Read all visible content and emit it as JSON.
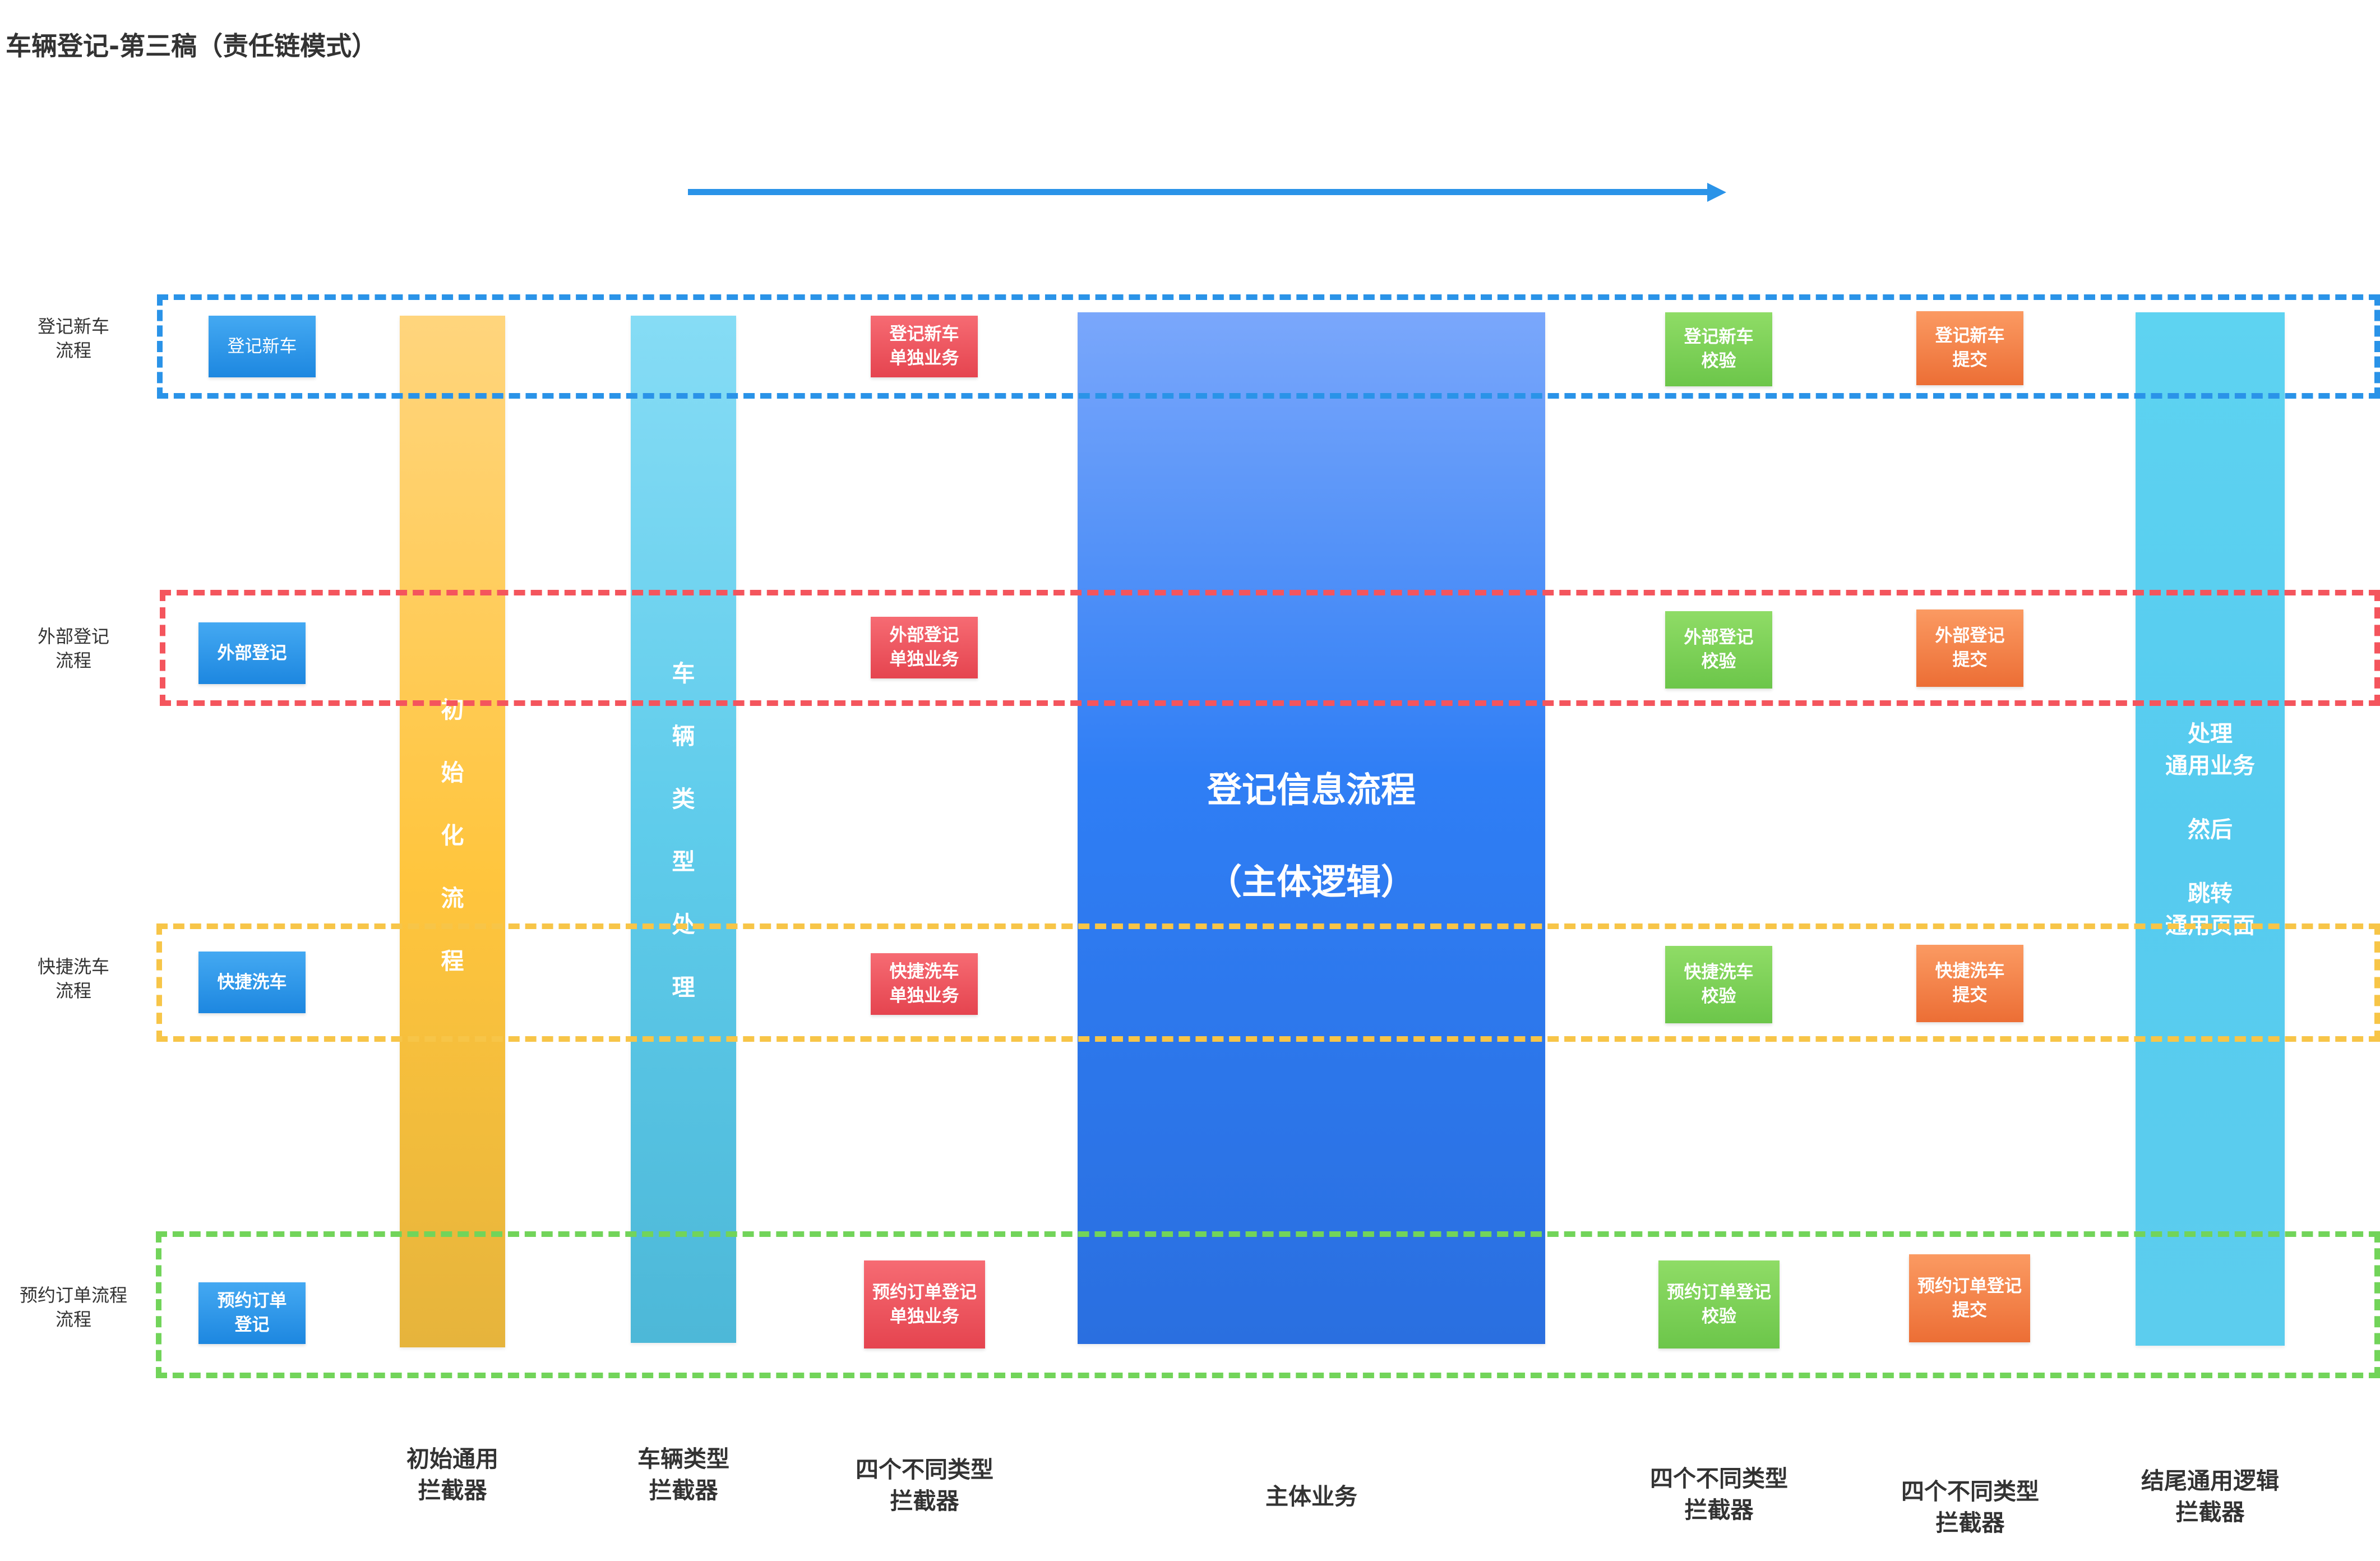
{
  "title": "车辆登记-第三稿（责任链模式）",
  "colors": {
    "flow_arrow": "#2a93e8",
    "lane_register_new_car": "#2a93e8",
    "lane_external_register": "#f4555d",
    "lane_quick_wash": "#f7c548",
    "lane_reservation": "#72d45a",
    "start_box": "#1d87e0",
    "single_business_box": "#e5444f",
    "validation_box": "#6cc64a",
    "submit_box": "#ec6e35",
    "init_bar": "#ffc53d",
    "vehicle_type_bar": "#5fcceb",
    "main_bar": "#2f7ef5",
    "end_bar": "#56cbef"
  },
  "lanes": {
    "register_new_car": "登记新车\n流程",
    "external_register": "外部登记\n流程",
    "quick_wash": "快捷洗车\n流程",
    "reservation": "预约订单流程\n流程"
  },
  "start_boxes": {
    "register_new_car": "登记新车",
    "external_register": "外部登记",
    "quick_wash": "快捷洗车",
    "reservation": "预约订单\n登记"
  },
  "bars": {
    "init_chars": [
      "初",
      "始",
      "化",
      "流",
      "程"
    ],
    "vehicle_type_chars": [
      "车",
      "辆",
      "类",
      "型",
      "处",
      "理"
    ],
    "main_line1": "登记信息流程",
    "main_line2": "（主体逻辑）",
    "end_lines": [
      "处理",
      "通用业务",
      "",
      "然后",
      "",
      "跳转",
      "通用页面"
    ]
  },
  "single_business": {
    "register_new_car": "登记新车\n单独业务",
    "external_register": "外部登记\n单独业务",
    "quick_wash": "快捷洗车\n单独业务",
    "reservation": "预约订单登记\n单独业务"
  },
  "validation": {
    "register_new_car": "登记新车\n校验",
    "external_register": "外部登记\n校验",
    "quick_wash": "快捷洗车\n校验",
    "reservation": "预约订单登记\n校验"
  },
  "submit": {
    "register_new_car": "登记新车\n提交",
    "external_register": "外部登记\n提交",
    "quick_wash": "快捷洗车\n提交",
    "reservation": "预约订单登记\n提交"
  },
  "column_labels": {
    "init": "初始通用\n拦截器",
    "vehicle_type": "车辆类型\n拦截器",
    "pre": "四个不同类型\n拦截器",
    "main": "主体业务",
    "validation": "四个不同类型\n拦截器",
    "submit": "四个不同类型\n拦截器",
    "end": "结尾通用逻辑\n拦截器"
  }
}
